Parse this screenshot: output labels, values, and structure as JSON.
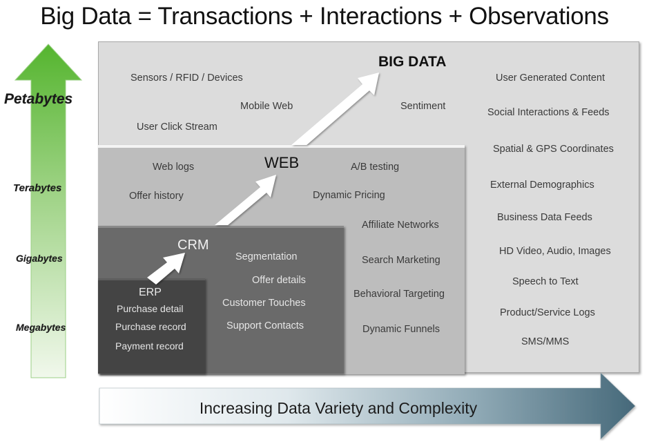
{
  "title": "Big Data = Transactions + Interactions + Observations",
  "volume_scale": {
    "labels": [
      "Petabytes",
      "Terabytes",
      "Gigabytes",
      "Megabytes"
    ],
    "arrow_color_top": "#5cb836",
    "arrow_color_bottom": "#f1f8ec"
  },
  "layers": {
    "big_data": {
      "heading": "BIG DATA",
      "items": [
        "Sensors / RFID / Devices",
        "Mobile Web",
        "Sentiment",
        "User Click Stream"
      ],
      "right_column": [
        "User Generated Content",
        "Social Interactions & Feeds",
        "Spatial & GPS Coordinates",
        "External Demographics",
        "Business Data Feeds",
        "HD Video, Audio, Images",
        "Speech to Text",
        "Product/Service Logs",
        "SMS/MMS"
      ],
      "color": "#dcdcdc"
    },
    "web": {
      "heading": "WEB",
      "items": [
        "Web logs",
        "A/B testing",
        "Offer history",
        "Dynamic Pricing"
      ],
      "right_column": [
        "Affiliate Networks",
        "Search Marketing",
        "Behavioral Targeting",
        "Dynamic Funnels"
      ],
      "color": "#bdbdbd"
    },
    "crm": {
      "heading": "CRM",
      "items": [
        "Segmentation",
        "Offer details",
        "Customer Touches",
        "Support Contacts"
      ],
      "color": "#6a6a6a"
    },
    "erp": {
      "heading": "ERP",
      "items": [
        "Purchase detail",
        "Purchase record",
        "Payment record"
      ],
      "color": "#444444"
    }
  },
  "variety_axis": {
    "label": "Increasing Data Variety and Complexity",
    "color_start": "#ffffff",
    "color_end": "#4f7486"
  }
}
